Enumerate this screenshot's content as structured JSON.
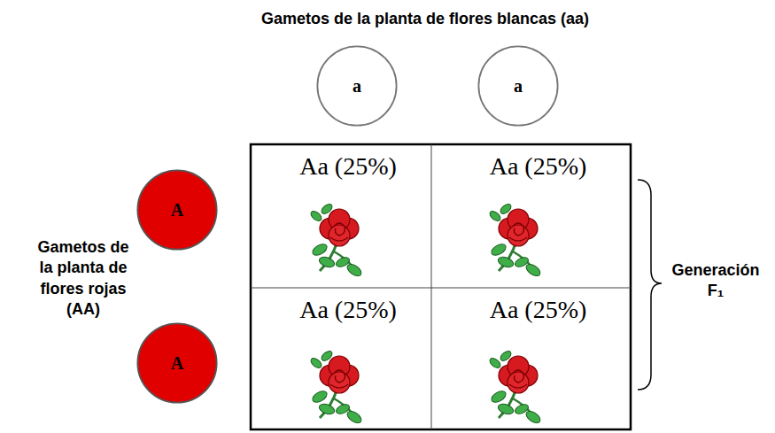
{
  "diagram": {
    "nodes": [
      {
        "text": [
          "a"
        ]
      },
      {
        "text": [
          "a"
        ]
      },
      {
        "text": [
          "A"
        ]
      },
      {
        "text": [
          "Aa (25%)"
        ]
      },
      {
        "text": [
          "Aa (25%)"
        ]
      },
      {
        "text": [
          "A"
        ]
      },
      {
        "text": [
          "Aa (25%)"
        ]
      },
      {
        "text": [
          "Aa (25%)"
        ]
      }
    ],
    "labels": [
      "Gametos de la planta de flores blancas (aa)",
      "Gametos de la planta de flores rojas (AA)",
      "Generación F₁"
    ]
  }
}
